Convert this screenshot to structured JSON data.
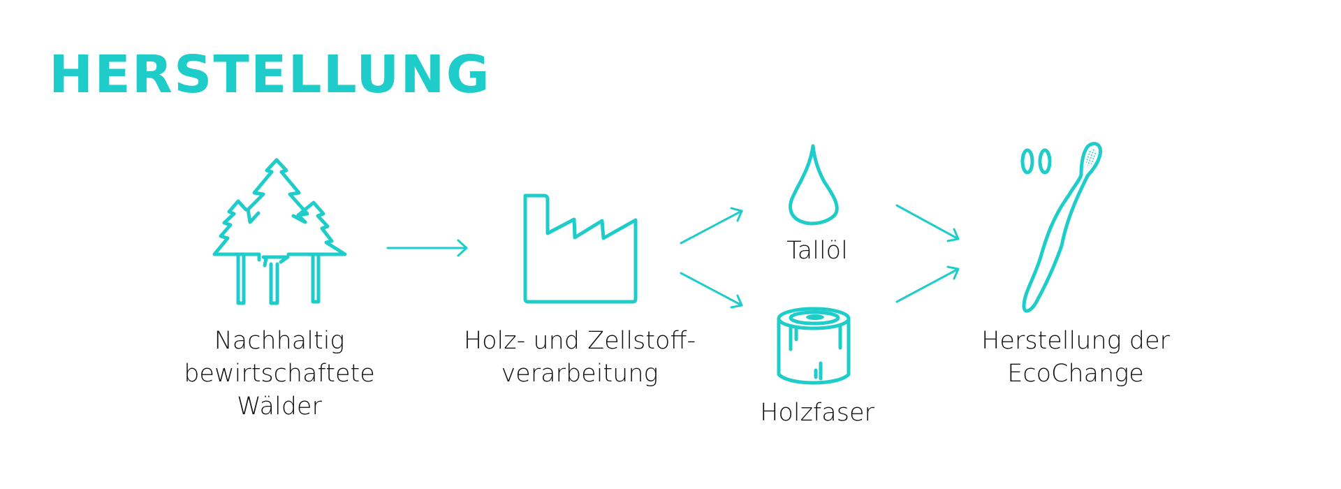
{
  "title": "HERSTELLUNG",
  "colors": {
    "accent": "#1ecdc9",
    "text": "#111111",
    "background": "#ffffff"
  },
  "steps": [
    {
      "id": "forest",
      "icon": "trees-icon",
      "lines": [
        "Nachhaltig",
        "bewirtschaftete",
        "Wälder"
      ]
    },
    {
      "id": "processing",
      "icon": "factory-icon",
      "lines": [
        "Holz- und Zellstoff-",
        "verarbeitung"
      ]
    },
    {
      "id": "tall-oil",
      "icon": "drop-icon",
      "lines": [
        "Tallöl"
      ]
    },
    {
      "id": "wood-fiber",
      "icon": "wood-log-icon",
      "lines": [
        "Holzfaser"
      ]
    },
    {
      "id": "product",
      "icon": "toothbrush-icon",
      "lines": [
        "Herstellung der",
        "EcoChange"
      ]
    }
  ],
  "connections": [
    {
      "from": "forest",
      "to": "processing"
    },
    {
      "from": "processing",
      "to": "tall-oil"
    },
    {
      "from": "processing",
      "to": "wood-fiber"
    },
    {
      "from": "tall-oil",
      "to": "product"
    },
    {
      "from": "wood-fiber",
      "to": "product"
    }
  ]
}
